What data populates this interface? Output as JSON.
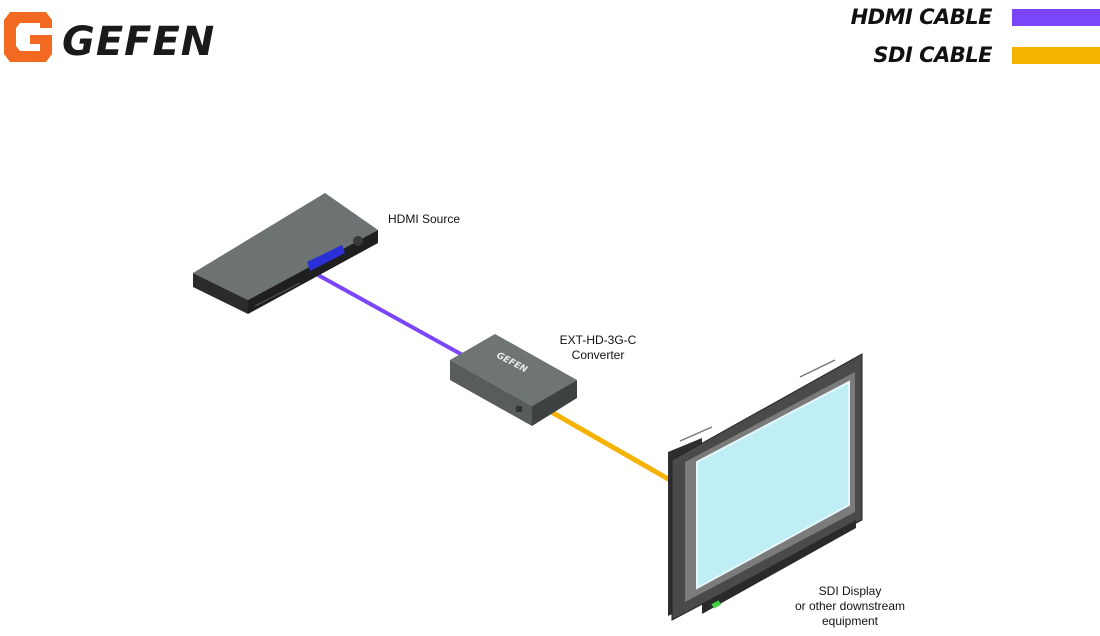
{
  "brand": {
    "name": "GEFEN"
  },
  "legend": [
    {
      "label": "HDMI CABLE",
      "color": "#7a46f7"
    },
    {
      "label": "SDI CABLE",
      "color": "#f5b300"
    }
  ],
  "devices": {
    "source": {
      "label": "HDMI Source"
    },
    "converter": {
      "label_line1": "EXT-HD-3G-C",
      "label_line2": "Converter",
      "badge": "GEFEN"
    },
    "display": {
      "label_line1": "SDI Display",
      "label_line2": "or other downstream",
      "label_line3": "equipment"
    }
  },
  "colors": {
    "hdmi": "#7a46f7",
    "sdi": "#f5b300",
    "logo_orange": "#f26a21",
    "device_gray": "#6b7070",
    "screen": "#bfeef4"
  }
}
